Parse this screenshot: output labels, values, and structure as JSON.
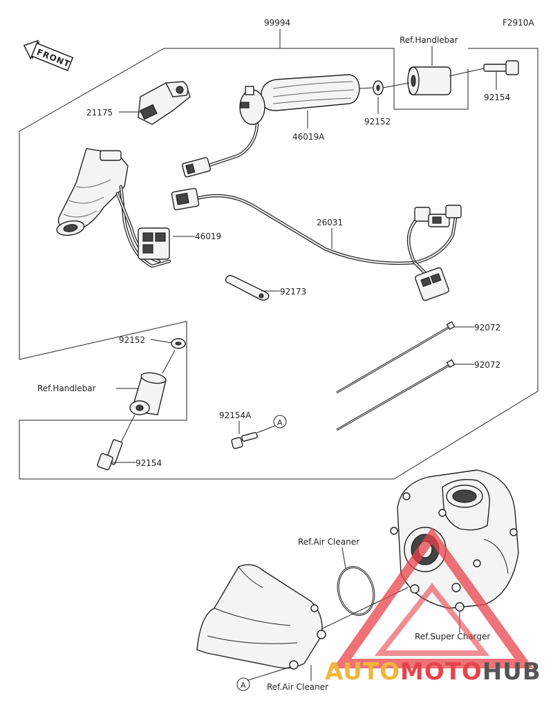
{
  "figure_code": "F2910A",
  "front_label": "FRONT",
  "labels": {
    "kit": "99994",
    "ref_handlebar_top": "Ref.Handlebar",
    "bolt_top": "92154",
    "washer_top": "92152",
    "grip_right": "46019A",
    "switch": "21175",
    "grip_left": "46019",
    "harness": "26031",
    "clamp": "92173",
    "tie_1": "92072",
    "tie_2": "92072",
    "washer_left": "92152",
    "ref_handlebar_left": "Ref.Handlebar",
    "bolt_left": "92154",
    "bolt_a": "92154A",
    "marker_a_top": "A",
    "ref_air_cleaner_top": "Ref.Air Cleaner",
    "ref_super_charger": "Ref.Super Charger",
    "ref_air_cleaner_bottom": "Ref.Air Cleaner",
    "marker_a_bottom": "A"
  },
  "watermark": {
    "part1": "AUTO",
    "part2": "MOTO",
    "part3": "HUB",
    "color_gold": "#f2b739",
    "color_red": "#e8434a",
    "color_dark": "#555555"
  }
}
